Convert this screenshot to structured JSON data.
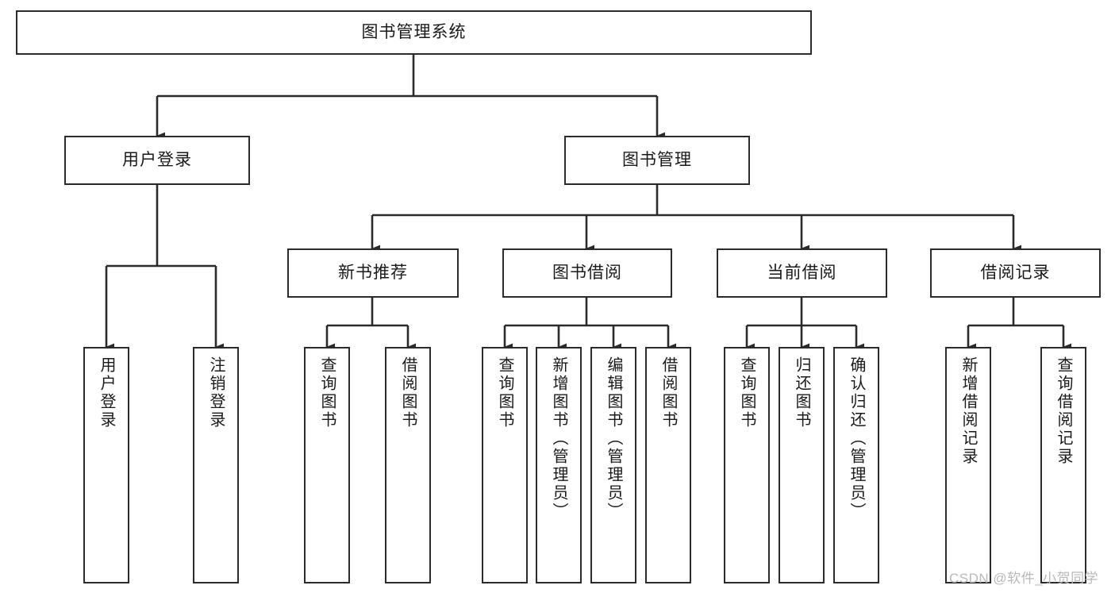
{
  "diagram": {
    "title": "图书管理系统",
    "type": "tree-hierarchy",
    "watermark": "CSDN @软件_小贺同学",
    "colors": {
      "node_border": "#2b2b2b",
      "node_fill": "#ffffff",
      "edge": "#2b2b2b",
      "text": "#1a1a1a",
      "watermark": "#b9b9b9",
      "background": "#ffffff"
    },
    "levels": {
      "root": "图书管理系统",
      "level1": [
        "用户登录",
        "图书管理"
      ],
      "level2": [
        "新书推荐",
        "图书借阅",
        "当前借阅",
        "借阅记录"
      ]
    },
    "nodes": {
      "root": {
        "label": "图书管理系统"
      },
      "user_login": {
        "label": "用户登录"
      },
      "book_manage": {
        "label": "图书管理"
      },
      "new_book_rec": {
        "label": "新书推荐"
      },
      "book_borrow": {
        "label": "图书借阅"
      },
      "current_borrow": {
        "label": "当前借阅"
      },
      "borrow_record": {
        "label": "借阅记录"
      },
      "leaf_user_login": {
        "label": "用户登录"
      },
      "leaf_logout": {
        "label": "注销登录"
      },
      "leaf_query_book_1": {
        "label": "查询图书"
      },
      "leaf_borrow_book_1": {
        "label": "借阅图书"
      },
      "leaf_query_book_2": {
        "label": "查询图书"
      },
      "leaf_add_book": {
        "label": "新增图书（管理员）"
      },
      "leaf_edit_book": {
        "label": "编辑图书（管理员）"
      },
      "leaf_borrow_book_2": {
        "label": "借阅图书"
      },
      "leaf_query_book_3": {
        "label": "查询图书"
      },
      "leaf_return_book": {
        "label": "归还图书"
      },
      "leaf_confirm_return": {
        "label": "确认归还（管理员）"
      },
      "leaf_add_record": {
        "label": "新增借阅记录"
      },
      "leaf_query_record": {
        "label": "查询借阅记录"
      }
    },
    "edges": [
      {
        "from": "图书管理系统",
        "to": "用户登录"
      },
      {
        "from": "图书管理系统",
        "to": "图书管理"
      },
      {
        "from": "用户登录",
        "to": "用户登录"
      },
      {
        "from": "用户登录",
        "to": "注销登录"
      },
      {
        "from": "图书管理",
        "to": "新书推荐"
      },
      {
        "from": "图书管理",
        "to": "图书借阅"
      },
      {
        "from": "图书管理",
        "to": "当前借阅"
      },
      {
        "from": "图书管理",
        "to": "借阅记录"
      },
      {
        "from": "新书推荐",
        "to": "查询图书"
      },
      {
        "from": "新书推荐",
        "to": "借阅图书"
      },
      {
        "from": "图书借阅",
        "to": "查询图书"
      },
      {
        "from": "图书借阅",
        "to": "新增图书（管理员）"
      },
      {
        "from": "图书借阅",
        "to": "编辑图书（管理员）"
      },
      {
        "from": "图书借阅",
        "to": "借阅图书"
      },
      {
        "from": "当前借阅",
        "to": "查询图书"
      },
      {
        "from": "当前借阅",
        "to": "归还图书"
      },
      {
        "from": "当前借阅",
        "to": "确认归还（管理员）"
      },
      {
        "from": "借阅记录",
        "to": "新增借阅记录"
      },
      {
        "from": "借阅记录",
        "to": "查询借阅记录"
      }
    ]
  }
}
